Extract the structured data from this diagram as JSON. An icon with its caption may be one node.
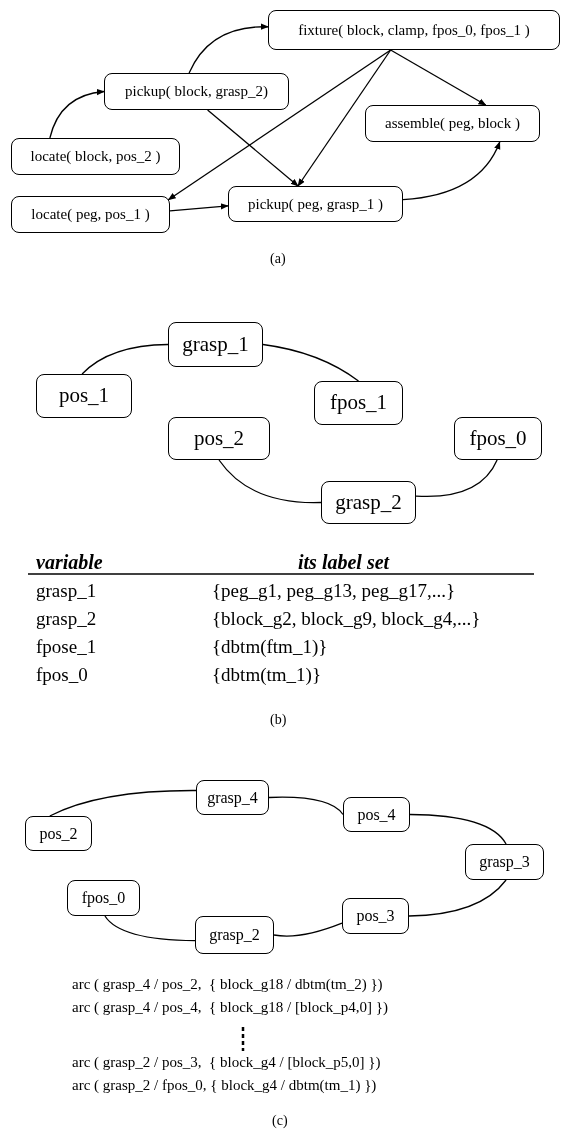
{
  "diagram": {
    "nodes": [
      {
        "text": [
          "fixture( block, clamp, fpos_0, fpos_1 )"
        ]
      },
      {
        "text": [
          "pickup( block, grasp_2)"
        ]
      },
      {
        "text": [
          "assemble( peg, block )"
        ]
      },
      {
        "text": [
          "locate( block, pos_2 )"
        ]
      },
      {
        "text": [
          "locate( peg, pos_1 )"
        ]
      },
      {
        "text": [
          "pickup( peg, grasp_1 )"
        ]
      },
      {
        "text": [
          "grasp_1"
        ]
      },
      {
        "text": [
          "pos_1"
        ]
      },
      {
        "text": [
          "fpos_1"
        ]
      },
      {
        "text": [
          "pos_2"
        ]
      },
      {
        "text": [
          "fpos_0"
        ]
      },
      {
        "text": [
          "grasp_2"
        ]
      },
      {
        "text": [
          "grasp_4"
        ]
      },
      {
        "text": [
          "pos_2"
        ]
      },
      {
        "text": [
          "pos_4"
        ]
      },
      {
        "text": [
          "grasp_3"
        ]
      },
      {
        "text": [
          "fpos_0"
        ]
      },
      {
        "text": [
          "pos_3"
        ]
      },
      {
        "text": [
          "grasp_2"
        ]
      }
    ],
    "edges": [
      {
        "from": 3,
        "to": 1,
        "arrow": "to"
      },
      {
        "from": 1,
        "to": 0,
        "arrow": "to"
      },
      {
        "from": 1,
        "to": 5,
        "arrow": "to"
      },
      {
        "from": 0,
        "to": 4,
        "arrow": "to"
      },
      {
        "from": 0,
        "to": 5,
        "arrow": "to"
      },
      {
        "from": 0,
        "to": 2,
        "arrow": "to"
      },
      {
        "from": 4,
        "to": 5,
        "arrow": "to"
      },
      {
        "from": 5,
        "to": 2,
        "arrow": "to"
      },
      {
        "from": 7,
        "to": 6,
        "arrow": "none"
      },
      {
        "from": 6,
        "to": 8,
        "arrow": "none"
      },
      {
        "from": 9,
        "to": 11,
        "arrow": "none"
      },
      {
        "from": 11,
        "to": 10,
        "arrow": "none"
      },
      {
        "from": 13,
        "to": 12,
        "arrow": "none"
      },
      {
        "from": 12,
        "to": 14,
        "arrow": "none"
      },
      {
        "from": 14,
        "to": 15,
        "arrow": "none"
      },
      {
        "from": 15,
        "to": 17,
        "arrow": "none"
      },
      {
        "from": 17,
        "to": 18,
        "arrow": "none"
      },
      {
        "from": 18,
        "to": 16,
        "arrow": "none"
      }
    ],
    "labels": [
      "(a)",
      "variable",
      "its label set",
      "grasp_1",
      "{peg_g1, peg_g13, peg_g17,...}",
      "grasp_2",
      "{block_g2, block_g9, block_g4,...}",
      "fpose_1",
      "{dbtm(ftm_1)}",
      "fpos_0",
      "{dbtm(tm_1)}",
      "(b)",
      "arc ( grasp_4 / pos_2,  { block_g18 / dbtm(tm_2) })",
      "arc ( grasp_4 / pos_4,  { block_g18 / [block_p4,0] })",
      "arc ( grasp_2 / pos_3,  { block_g4 / [block_p5,0] })",
      "arc ( grasp_2 / fpos_0, { block_g4 / dbtm(tm_1) })",
      "(c)"
    ]
  }
}
